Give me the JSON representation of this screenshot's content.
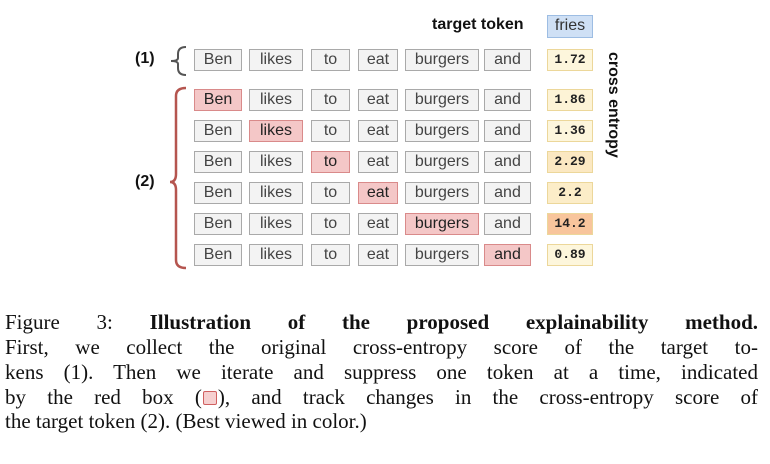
{
  "figure": {
    "target_label": "target token",
    "target_token": "fries",
    "score_axis_label": "cross entropy",
    "bracket_labels": [
      "(1)",
      "(2)"
    ],
    "tokens": [
      "Ben",
      "likes",
      "to",
      "eat",
      "burgers",
      "and"
    ],
    "rows": [
      {
        "suppressed": -1,
        "score": "1.72",
        "color": "#fdf6dc"
      },
      {
        "suppressed": 0,
        "score": "1.86",
        "color": "#fdf3d6"
      },
      {
        "suppressed": 1,
        "score": "1.36",
        "color": "#fdf6dc"
      },
      {
        "suppressed": 2,
        "score": "2.29",
        "color": "#fbe8c2"
      },
      {
        "suppressed": 3,
        "score": "2.2",
        "color": "#fcedc8"
      },
      {
        "suppressed": 4,
        "score": "14.2",
        "color": "#f8c59c"
      },
      {
        "suppressed": 5,
        "score": "0.89",
        "color": "#fdf6dc"
      }
    ],
    "colors": {
      "suppressed_fill": "#f4c7c7",
      "target_fill": "#cfe0f5",
      "bracket2": "#b5554f"
    }
  },
  "caption": {
    "label": "Figure 3:",
    "title": "Illustration of the proposed explainability method.",
    "line2": "First, we collect the original cross-entropy score of the target to-",
    "line3": "kens (1). Then we iterate and suppress one token at a time, indicated",
    "line4a": "by the red box (",
    "line4b": "), and track changes in the cross-entropy score of",
    "line5": "the target token (2). (Best viewed in color.)"
  }
}
